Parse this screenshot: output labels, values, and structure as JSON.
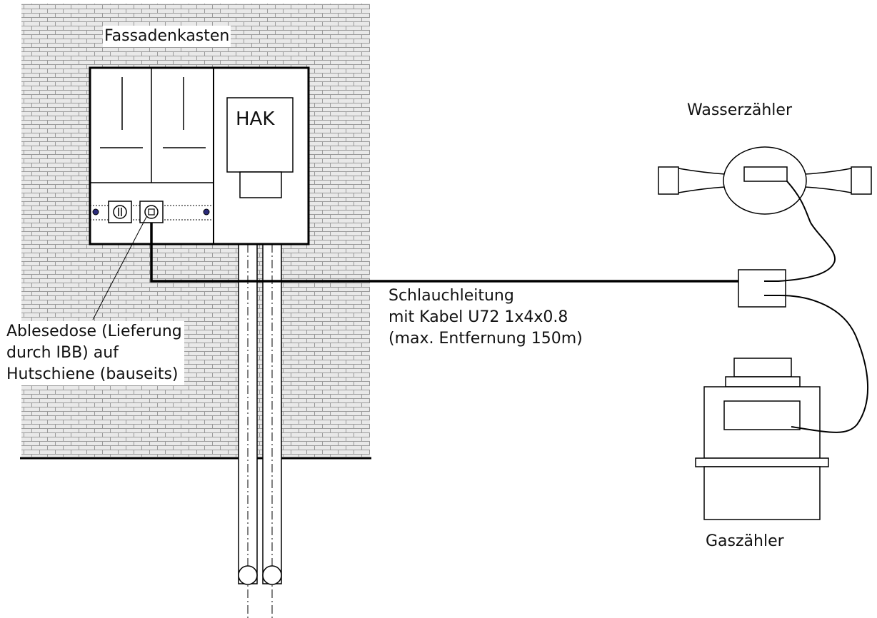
{
  "labels": {
    "facade_box": "Fassadenkasten",
    "hak": "HAK",
    "water_meter": "Wasserzähler",
    "gas_meter": "Gaszähler",
    "hose_line": [
      "Schlauchleitung",
      "mit Kabel U72 1x4x0.8",
      "(max. Entfernung 150m)"
    ],
    "reading_box": [
      "Ablesedose (Lieferung",
      "durch IBB) auf",
      "Hutschiene (bauseits)"
    ]
  },
  "colors": {
    "line": "#000000",
    "brick_fill": "#e8e8e8",
    "brick_mortar": "#9a9a9a",
    "screw_dot": "#2b2b7a"
  }
}
